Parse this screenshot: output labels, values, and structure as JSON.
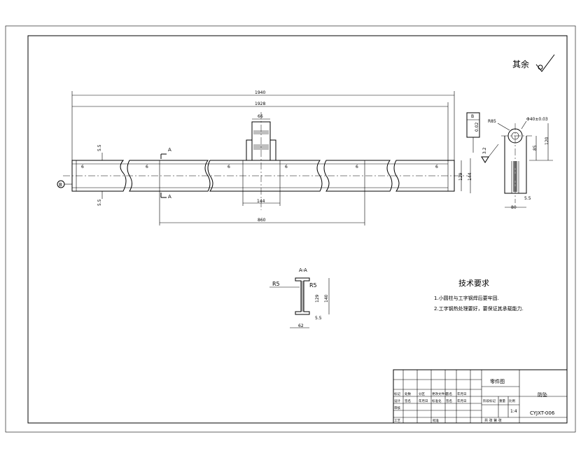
{
  "roughness": {
    "label": "其余"
  },
  "dimensions": {
    "overall_length": "1940",
    "inner_length": "1928",
    "lug_width": "66",
    "web_thickness_top": "5.5",
    "web_thickness_bottom": "5.5",
    "wall_1": "6",
    "wall_2": "6",
    "wall_3": "6",
    "wall_4": "6",
    "wall_5": "6",
    "wall_6": "6",
    "height_129": "129",
    "height_144": "144",
    "center_width": "144",
    "center_span": "860",
    "side_tolerance": "0.02",
    "side_datum": "B",
    "side_radius": "R85",
    "side_hole": "Φ40±0.03",
    "side_85": "85",
    "side_120": "120",
    "side_32": "3.2",
    "side_55": "5.5",
    "side_80": "80"
  },
  "datum": {
    "b": "B"
  },
  "section_marks": {
    "top": "A",
    "bottom": "A"
  },
  "section": {
    "title": "A-A",
    "r_left": "R5",
    "r_right": "R5",
    "dim_129": "129",
    "dim_140": "140",
    "dim_55": "5.5",
    "dim_62": "62"
  },
  "tech": {
    "title": "技术要求",
    "line1": "1.小圆柱与工字钢焊后要牢固.",
    "line2": "2.工字钢热处理要好，要保证其承载能力."
  },
  "title_block": {
    "drawing_type": "零件图",
    "part_name": "防坠",
    "drawing_no": "CYJXT-006",
    "scale": "1:4",
    "row1": [
      "标记",
      "处数",
      "分区",
      "更改文件号",
      "签名",
      "年月日"
    ],
    "row2": [
      "设计",
      "签名",
      "年月日",
      "标准化",
      "签名",
      "年月日"
    ],
    "stage_label": "阶段标记",
    "weight_label": "重量",
    "scale_label": "比例",
    "labels_left": [
      "审核",
      "工艺"
    ],
    "approve_label": "批准",
    "sheet_label": "共 张 第 张",
    "review_label": "审核"
  }
}
